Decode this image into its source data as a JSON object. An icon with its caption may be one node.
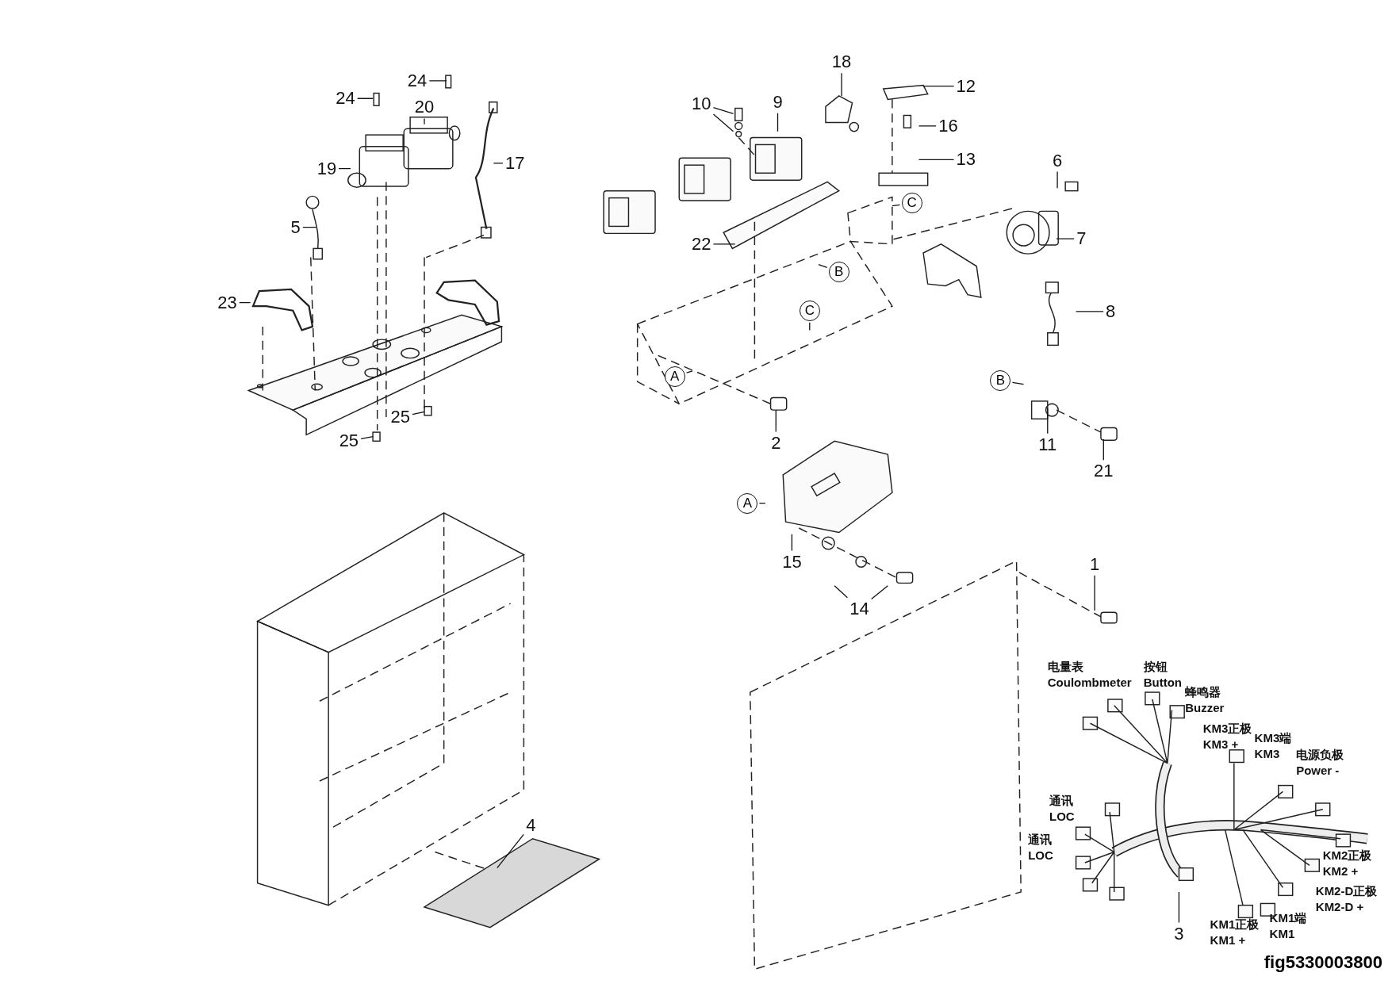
{
  "diagram": {
    "nodes": [
      {
        "text": [
          "24"
        ]
      },
      {
        "text": [
          "24"
        ]
      },
      {
        "text": [
          "20"
        ]
      },
      {
        "text": [
          "19"
        ]
      },
      {
        "text": [
          "17"
        ]
      },
      {
        "text": [
          "5"
        ]
      },
      {
        "text": [
          "23"
        ]
      },
      {
        "text": [
          "25"
        ]
      },
      {
        "text": [
          "25"
        ]
      },
      {
        "text": [
          "18"
        ]
      },
      {
        "text": [
          "10"
        ]
      },
      {
        "text": [
          "9"
        ]
      },
      {
        "text": [
          "12"
        ]
      },
      {
        "text": [
          "16"
        ]
      },
      {
        "text": [
          "13"
        ]
      },
      {
        "text": [
          "C"
        ]
      },
      {
        "text": [
          "6"
        ]
      },
      {
        "text": [
          "7"
        ]
      },
      {
        "text": [
          "22"
        ]
      },
      {
        "text": [
          "B"
        ]
      },
      {
        "text": [
          "C"
        ]
      },
      {
        "text": [
          "8"
        ]
      },
      {
        "text": [
          "A"
        ]
      },
      {
        "text": [
          "2"
        ]
      },
      {
        "text": [
          "B"
        ]
      },
      {
        "text": [
          "11"
        ]
      },
      {
        "text": [
          "21"
        ]
      },
      {
        "text": [
          "A"
        ]
      },
      {
        "text": [
          "15"
        ]
      },
      {
        "text": [
          "14"
        ]
      },
      {
        "text": [
          "1"
        ]
      },
      {
        "text": [
          "4"
        ]
      },
      {
        "text": [
          "3"
        ]
      }
    ],
    "edges": [
      {
        "from": 0,
        "to": null,
        "arrow": "none"
      },
      {
        "from": 1,
        "to": null,
        "arrow": "none"
      },
      {
        "from": 2,
        "to": null,
        "arrow": "none"
      },
      {
        "from": 3,
        "to": null,
        "arrow": "none"
      },
      {
        "from": 4,
        "to": null,
        "arrow": "none"
      },
      {
        "from": 5,
        "to": null,
        "arrow": "none"
      },
      {
        "from": 6,
        "to": null,
        "arrow": "none"
      },
      {
        "from": 7,
        "to": null,
        "arrow": "none"
      },
      {
        "from": 8,
        "to": null,
        "arrow": "none"
      },
      {
        "from": 9,
        "to": null,
        "arrow": "none"
      },
      {
        "from": 10,
        "to": null,
        "arrow": "none"
      },
      {
        "from": 10,
        "to": null,
        "arrow": "none"
      },
      {
        "from": 11,
        "to": null,
        "arrow": "none"
      },
      {
        "from": 12,
        "to": null,
        "arrow": "none"
      },
      {
        "from": 13,
        "to": null,
        "arrow": "none"
      },
      {
        "from": 14,
        "to": null,
        "arrow": "none"
      },
      {
        "from": 15,
        "to": null,
        "arrow": "none"
      },
      {
        "from": 16,
        "to": null,
        "arrow": "none"
      },
      {
        "from": 17,
        "to": null,
        "arrow": "none"
      },
      {
        "from": 18,
        "to": null,
        "arrow": "none"
      },
      {
        "from": 19,
        "to": null,
        "arrow": "none"
      },
      {
        "from": 20,
        "to": null,
        "arrow": "none"
      },
      {
        "from": 21,
        "to": null,
        "arrow": "none"
      },
      {
        "from": 22,
        "to": null,
        "arrow": "none"
      },
      {
        "from": 23,
        "to": null,
        "arrow": "none"
      },
      {
        "from": 24,
        "to": null,
        "arrow": "none"
      },
      {
        "from": 25,
        "to": null,
        "arrow": "none"
      },
      {
        "from": 26,
        "to": null,
        "arrow": "none"
      },
      {
        "from": 27,
        "to": null,
        "arrow": "none"
      },
      {
        "from": 28,
        "to": null,
        "arrow": "none"
      },
      {
        "from": 29,
        "to": null,
        "arrow": "none"
      },
      {
        "from": 29,
        "to": null,
        "arrow": "none"
      },
      {
        "from": 30,
        "to": null,
        "arrow": "none"
      },
      {
        "from": 31,
        "to": null,
        "arrow": "none"
      },
      {
        "from": 32,
        "to": null,
        "arrow": "none"
      }
    ],
    "labels": [
      "电量表 Coulombmeter",
      "按钮 Button",
      "蜂鸣器 Buzzer",
      "KM3正极 KM3 +",
      "KM3端 KM3",
      "电源负极 Power -",
      "通讯 LOC",
      "通讯 LOC",
      "KM2正极 KM2 +",
      "KM2-D正极 KM2-D +",
      "KM1端 KM1",
      "KM1正极 KM1 +",
      "fig5330003800"
    ]
  }
}
